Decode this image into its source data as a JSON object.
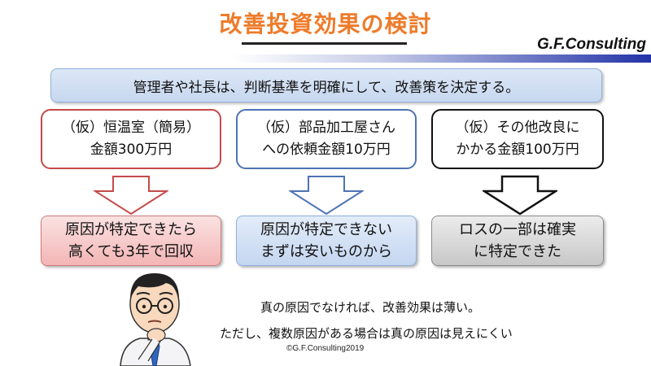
{
  "title": "改善投資効果の検討",
  "brand": "G.F.Consulting",
  "banner": "管理者や社長は、判断基準を明確にして、改善策を決定する。",
  "options": [
    {
      "line1": "（仮）恒温室（簡易）",
      "line2": "金額300万円"
    },
    {
      "line1": "（仮）部品加工屋さん",
      "line2": "への依頼金額10万円"
    },
    {
      "line1": "（仮）その他改良に",
      "line2": "かかる金額100万円"
    }
  ],
  "results": [
    {
      "line1": "原因が特定できたら",
      "line2": "高くても3年で回収"
    },
    {
      "line1": "原因が特定できない",
      "line2": "まずは安いものから"
    },
    {
      "line1": "ロスの一部は確実",
      "line2": "に特定できた"
    }
  ],
  "notes": [
    "真の原因でなければ、改善効果は薄い。",
    "ただし、複数原因がある場合は真の原因は見えにくい"
  ],
  "copyright": "©G.F.Consulting2019",
  "colors": {
    "title": "#ee7b2a",
    "option1_border": "#c44a4a",
    "option2_border": "#4d73b5",
    "option3_border": "#111111"
  }
}
